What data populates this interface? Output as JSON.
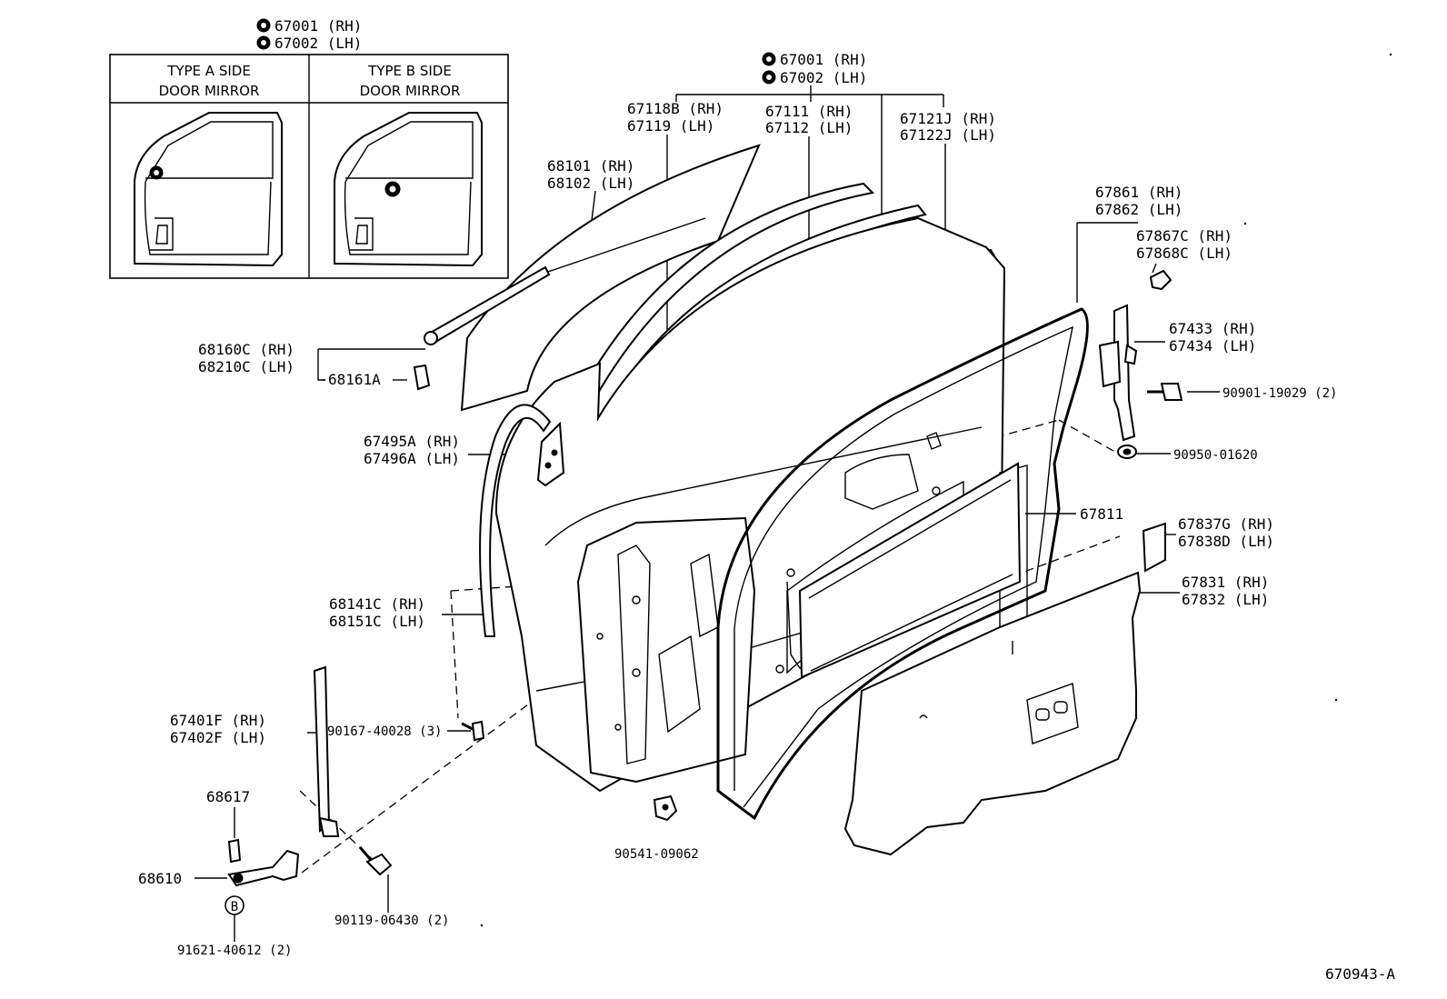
{
  "callouts": {
    "top_left_rh": "67001 (RH)",
    "top_left_lh": "67002 (LH)",
    "top_mid_rh": "67001 (RH)",
    "top_mid_lh": "67002 (LH)"
  },
  "inset": {
    "type_a_line1": "TYPE A SIDE",
    "type_a_line2": "DOOR MIRROR",
    "type_b_line1": "TYPE B SIDE",
    "type_b_line2": "DOOR MIRROR"
  },
  "labels": {
    "p67118b": "67118B (RH)",
    "p67119": "67119  (LH)",
    "p67111": "67111 (RH)",
    "p67112": "67112 (LH)",
    "p67121j": "67121J (RH)",
    "p67122j": "67122J (LH)",
    "p68101": "68101 (RH)",
    "p68102": "68102 (LH)",
    "p67861": "67861 (RH)",
    "p67862": "67862 (LH)",
    "p67867c": "67867C (RH)",
    "p67868c": "67868C (LH)",
    "p68160c": "68160C (RH)",
    "p68210c": "68210C (LH)",
    "p68161a": "68161A",
    "p67433": "67433 (RH)",
    "p67434": "67434 (LH)",
    "p90901": "90901-19029 (2)",
    "p67495a": "67495A (RH)",
    "p67496a": "67496A (LH)",
    "p90950": "90950-01620",
    "p67811": "67811",
    "p67837g": "67837G (RH)",
    "p67838d": "67838D (LH)",
    "p67831": "67831 (RH)",
    "p67832": "67832 (LH)",
    "p68141c": "68141C (RH)",
    "p68151c": "68151C (LH)",
    "p67401f": "67401F (RH)",
    "p67402f": "67402F (LH)",
    "p90167": "90167-40028 (3)",
    "p68617": "68617",
    "p68610": "68610",
    "p90541": "90541-09062",
    "p90119": "90119-06430 (2)",
    "p91621": "91621-40612 (2)",
    "b_mark": "B"
  },
  "footer": {
    "diagram_code": "670943-A"
  }
}
